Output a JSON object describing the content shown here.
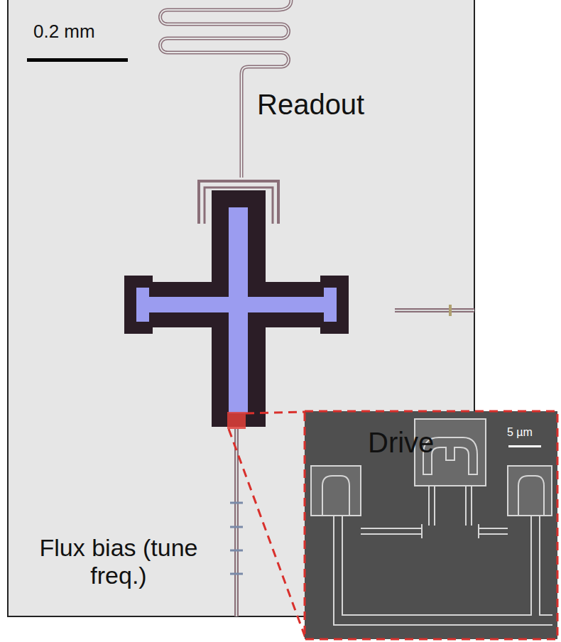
{
  "diagram": {
    "labels": [
      "0.2 mm",
      "Readout",
      "Drive",
      "Flux bias (tune freq.)",
      "5 µm"
    ]
  }
}
